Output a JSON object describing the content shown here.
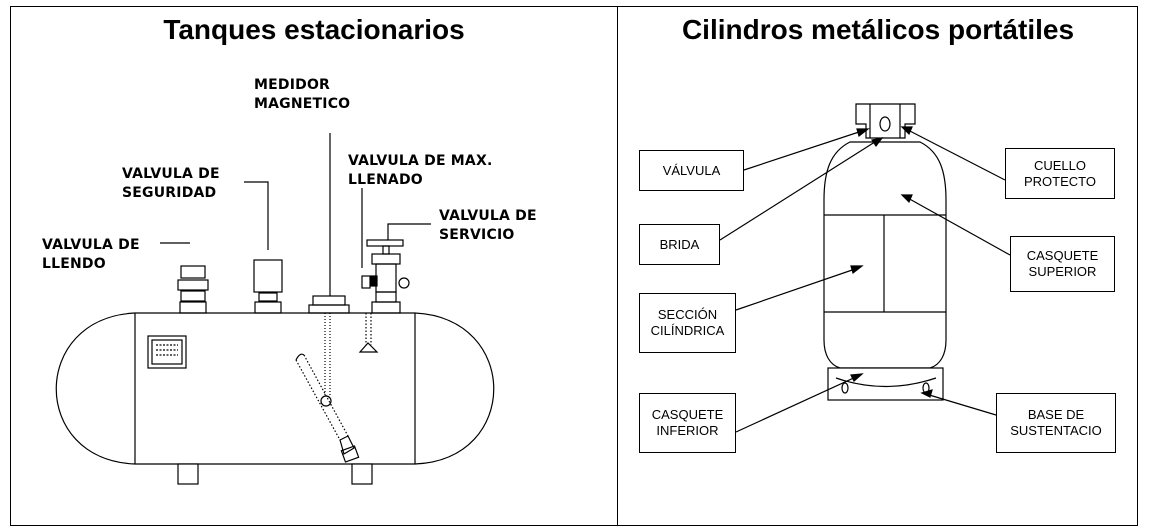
{
  "left_panel": {
    "title": "Tanques estacionarios",
    "labels": {
      "medidor": "MEDIDOR\nMAGNETICO",
      "seguridad": "VALVULA DE\nSEGURIDAD",
      "max_llenado": "VALVULA DE MAX.\nLLENADO",
      "servicio": "VALVULA DE\nSERVICIO",
      "llenado": "VALVULA DE\nLLENDO"
    }
  },
  "right_panel": {
    "title": "Cilindros metálicos portátiles",
    "labels": {
      "valvula": "VÁLVULA",
      "brida": "BRIDA",
      "seccion": "SECCIÓN\nCILÍNDRICA",
      "inferior": "CASQUETE\nINFERIOR",
      "cuello": "CUELLO\nPROTECTO",
      "superior": "CASQUETE\nSUPERIOR",
      "base": "BASE DE\nSUSTENTACIO"
    }
  }
}
